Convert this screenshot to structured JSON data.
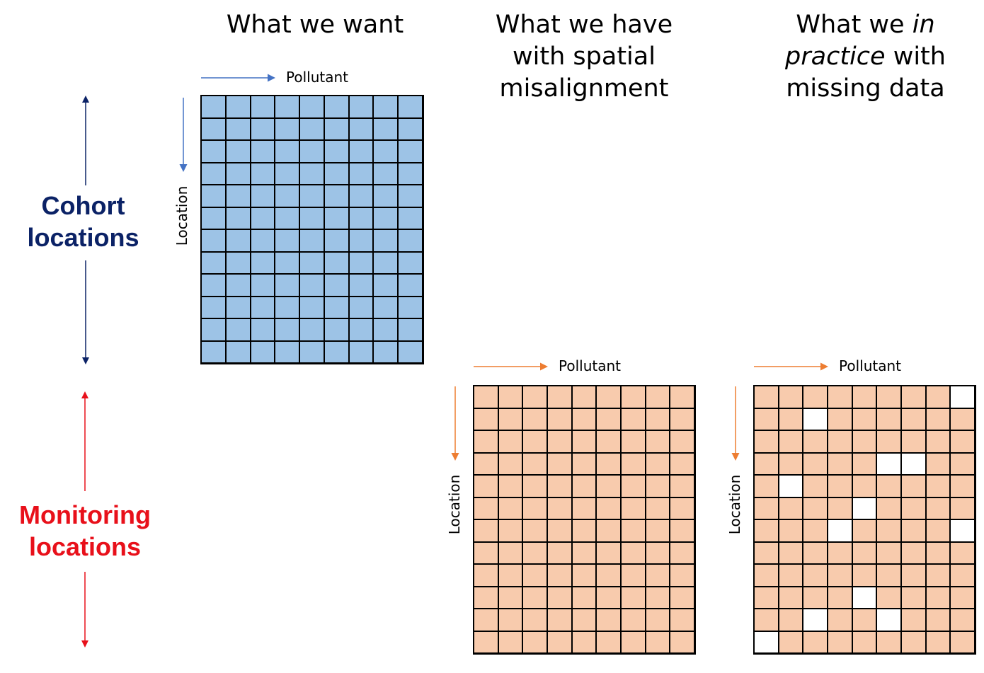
{
  "headings": {
    "want": "What we want",
    "have_line1": "What we have",
    "have_line2": "with spatial",
    "have_line3": "misalignment",
    "practice_line1_a": "What we ",
    "practice_line1_b": "in",
    "practice_line2_a": "practice",
    "practice_line2_b": " with",
    "practice_line3": "missing data"
  },
  "side_labels": {
    "cohort_line1": "Cohort",
    "cohort_line2": "locations",
    "monitoring_line1": "Monitoring",
    "monitoring_line2": "locations"
  },
  "axes": {
    "pollutant": "Pollutant",
    "location": "Location"
  },
  "colors": {
    "blue_fill": "#9dc3e6",
    "orange_fill": "#f8cbad",
    "blue_arrow": "#4472c4",
    "orange_arrow": "#ed7d31",
    "cohort_text": "#0b2266",
    "monitoring_text": "#e8101a",
    "missing_fill": "#ffffff"
  },
  "matrices": {
    "want": {
      "rows": 12,
      "cols": 9,
      "fill": "blue"
    },
    "have": {
      "rows": 12,
      "cols": 9,
      "fill": "orange"
    },
    "practice": {
      "rows": 12,
      "cols": 9,
      "fill": "orange",
      "missing_cells": [
        [
          0,
          8
        ],
        [
          1,
          2
        ],
        [
          3,
          5
        ],
        [
          3,
          6
        ],
        [
          4,
          1
        ],
        [
          5,
          4
        ],
        [
          6,
          3
        ],
        [
          6,
          8
        ],
        [
          9,
          4
        ],
        [
          10,
          2
        ],
        [
          10,
          5
        ],
        [
          11,
          0
        ]
      ]
    }
  }
}
